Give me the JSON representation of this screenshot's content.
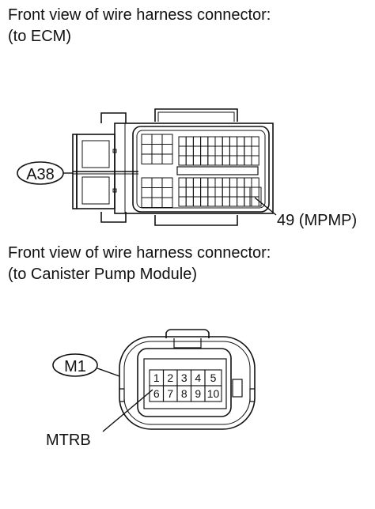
{
  "sections": [
    {
      "caption_line1": "Front view of wire harness connector:",
      "caption_line2": "(to ECM)",
      "connector_code": "A38",
      "pin_label": "49 (MPMP)"
    },
    {
      "caption_line1": "Front view of wire harness connector:",
      "caption_line2": "(to Canister Pump Module)",
      "connector_code": "M1",
      "pin_label": "MTRB",
      "pins_row1": [
        "1",
        "2",
        "3",
        "4",
        "5"
      ],
      "pins_row2": [
        "6",
        "7",
        "8",
        "9",
        "10"
      ]
    }
  ]
}
